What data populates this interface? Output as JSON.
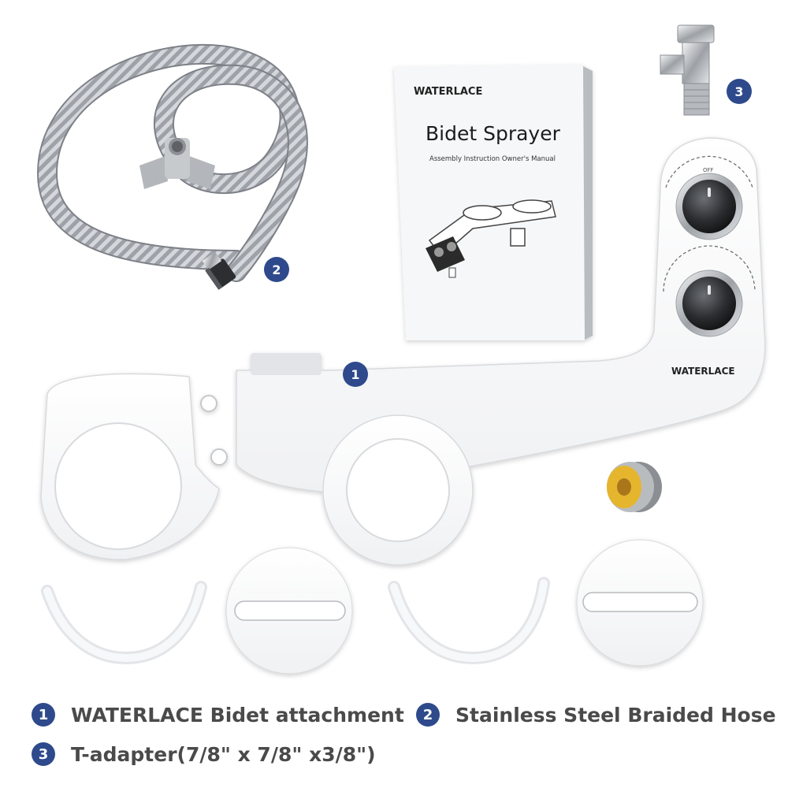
{
  "colors": {
    "badge": "#2e4a8c",
    "legend_text": "#4a4a4a",
    "tape_yellow": "#e6b52e"
  },
  "manual": {
    "brand": "WATERLACE",
    "title": "Bidet Sprayer",
    "subtitle": "Assembly Instruction Owner's Manual"
  },
  "device": {
    "brand": "WATERLACE",
    "knob_label_off": "OFF"
  },
  "badges": {
    "attachment": "1",
    "hose": "2",
    "adapter": "3"
  },
  "legend": {
    "items": [
      {
        "num": "1",
        "text": "WATERLACE Bidet attachment"
      },
      {
        "num": "2",
        "text": "Stainless Steel Braided Hose"
      },
      {
        "num": "3",
        "text": "T-adapter(7/8\" x 7/8\" x3/8\")"
      }
    ]
  }
}
